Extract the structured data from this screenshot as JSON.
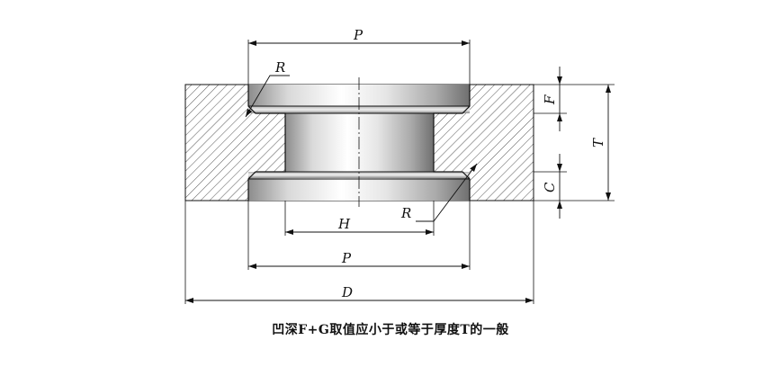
{
  "labels": {
    "P_top": "P",
    "R_top": "R",
    "F": "F",
    "T": "T",
    "C": "C",
    "H": "H",
    "R_bottom": "R",
    "P_bottom": "P",
    "D": "D"
  },
  "caption": "凹深F+G取值应小于或等于厚度T的一般",
  "colors": {
    "line": "#111111",
    "hatch": "#333333",
    "metal_light": "#f4f4f4",
    "metal_dark": "#8a8a8a"
  }
}
